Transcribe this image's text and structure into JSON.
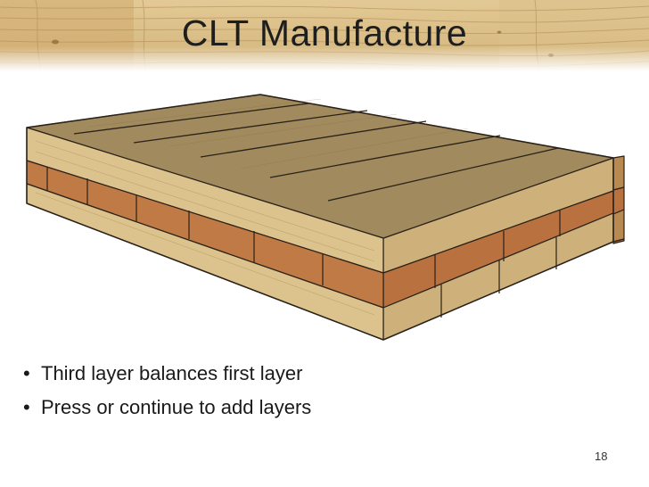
{
  "slide": {
    "title": "CLT Manufacture",
    "bullets": [
      "Third layer balances first layer",
      "Press or continue to add layers"
    ],
    "bullet_glyph": "•",
    "page_number": "18"
  },
  "illustration": {
    "subject": "clt-panel",
    "colors": {
      "banner_wood": "#d9bd83",
      "light_lamina_side": "#dcc28c",
      "light_lamina_top": "#a58f64",
      "dark_lamina_side": "#c07a45",
      "outline": "#2a2118"
    }
  }
}
